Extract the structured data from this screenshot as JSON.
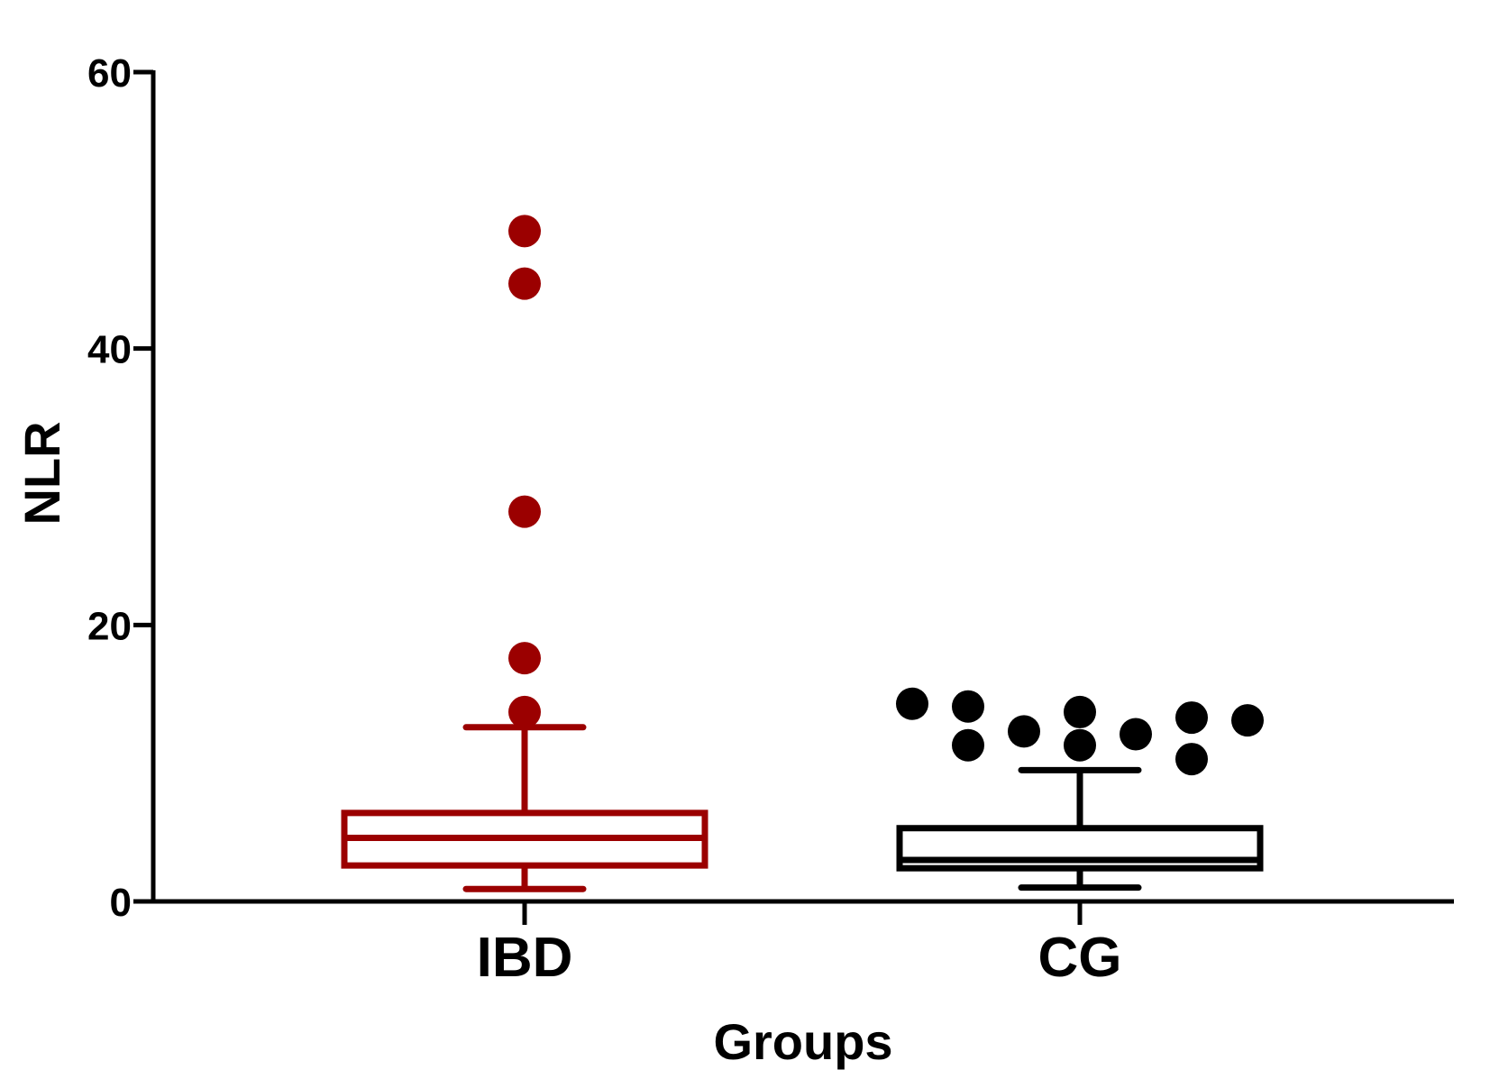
{
  "chart_data": {
    "type": "box",
    "title": "",
    "xlabel": "Groups",
    "ylabel": "NLR",
    "ylim": [
      0,
      60
    ],
    "yticks": [
      0,
      20,
      40,
      60
    ],
    "grid": false,
    "categories": [
      "IBD",
      "CG"
    ],
    "series": [
      {
        "category": "IBD",
        "color": "#9b0000",
        "whisker_low": 0.9,
        "q1": 2.6,
        "median": 4.6,
        "q3": 6.4,
        "whisker_high": 12.6,
        "outliers": [
          48.5,
          44.7,
          28.2,
          17.6,
          13.7
        ]
      },
      {
        "category": "CG",
        "color": "#000000",
        "whisker_low": 1.0,
        "q1": 2.4,
        "median": 3.0,
        "q3": 5.3,
        "whisker_high": 9.5,
        "outliers": [
          14.3,
          14.1,
          11.3,
          12.3,
          13.7,
          11.3,
          12.1,
          13.3,
          10.3,
          13.1
        ]
      }
    ]
  }
}
